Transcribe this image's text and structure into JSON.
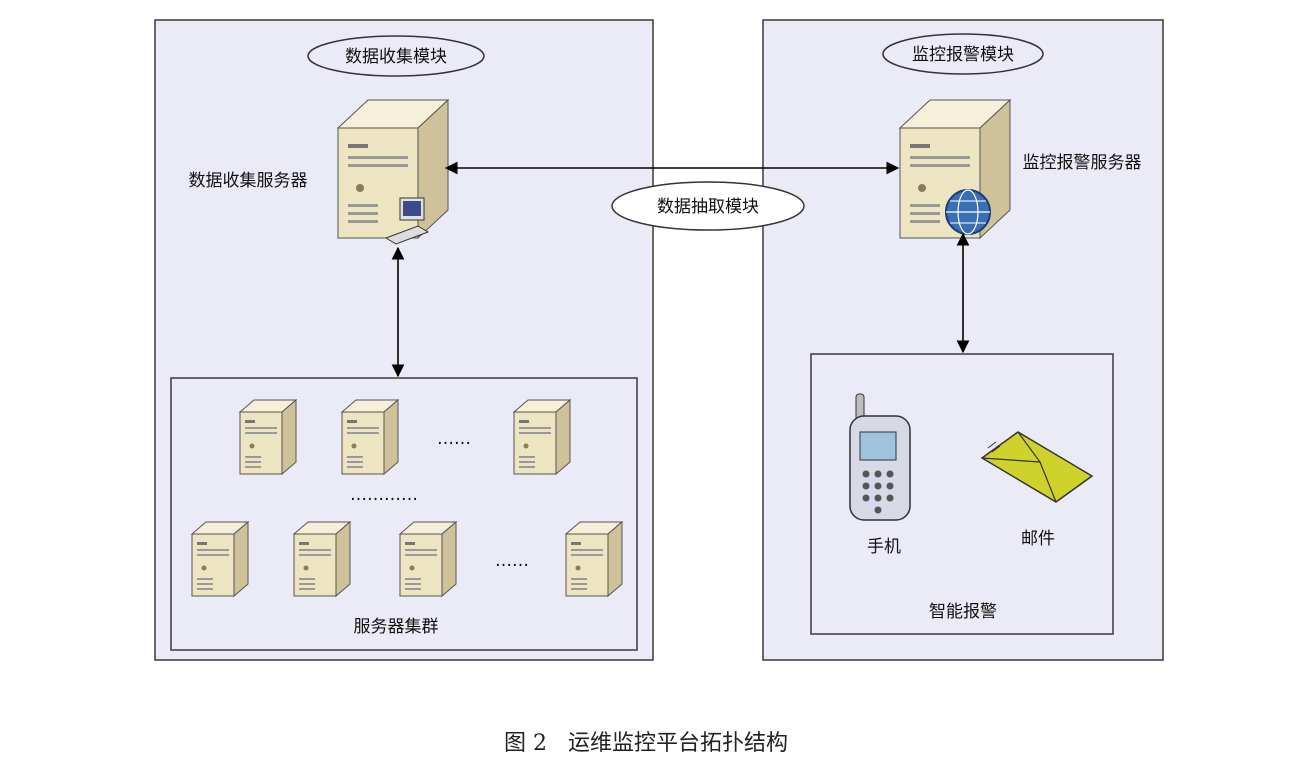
{
  "left_panel": {
    "module_label": "数据收集模块",
    "server_label": "数据收集服务器",
    "cluster_label": "服务器集群",
    "ellipsis": "……",
    "ellipsis_long": "…………",
    "ellipsis_row2": "……"
  },
  "middle": {
    "extract_label": "数据抽取模块"
  },
  "right_panel": {
    "module_label": "监控报警模块",
    "server_label": "监控报警服务器",
    "alert_label": "智能报警",
    "phone_label": "手机",
    "mail_label": "邮件"
  },
  "caption": "图 2   运维监控平台拓扑结构",
  "colors": {
    "panel_fill": "#ebebf7",
    "panel_stroke": "#3a3a3a",
    "server_front": "#ede4c2",
    "server_side": "#cfc29a",
    "server_top": "#f6f0db",
    "envelope": "#cfd22a",
    "globe": "#3a6fb5"
  }
}
